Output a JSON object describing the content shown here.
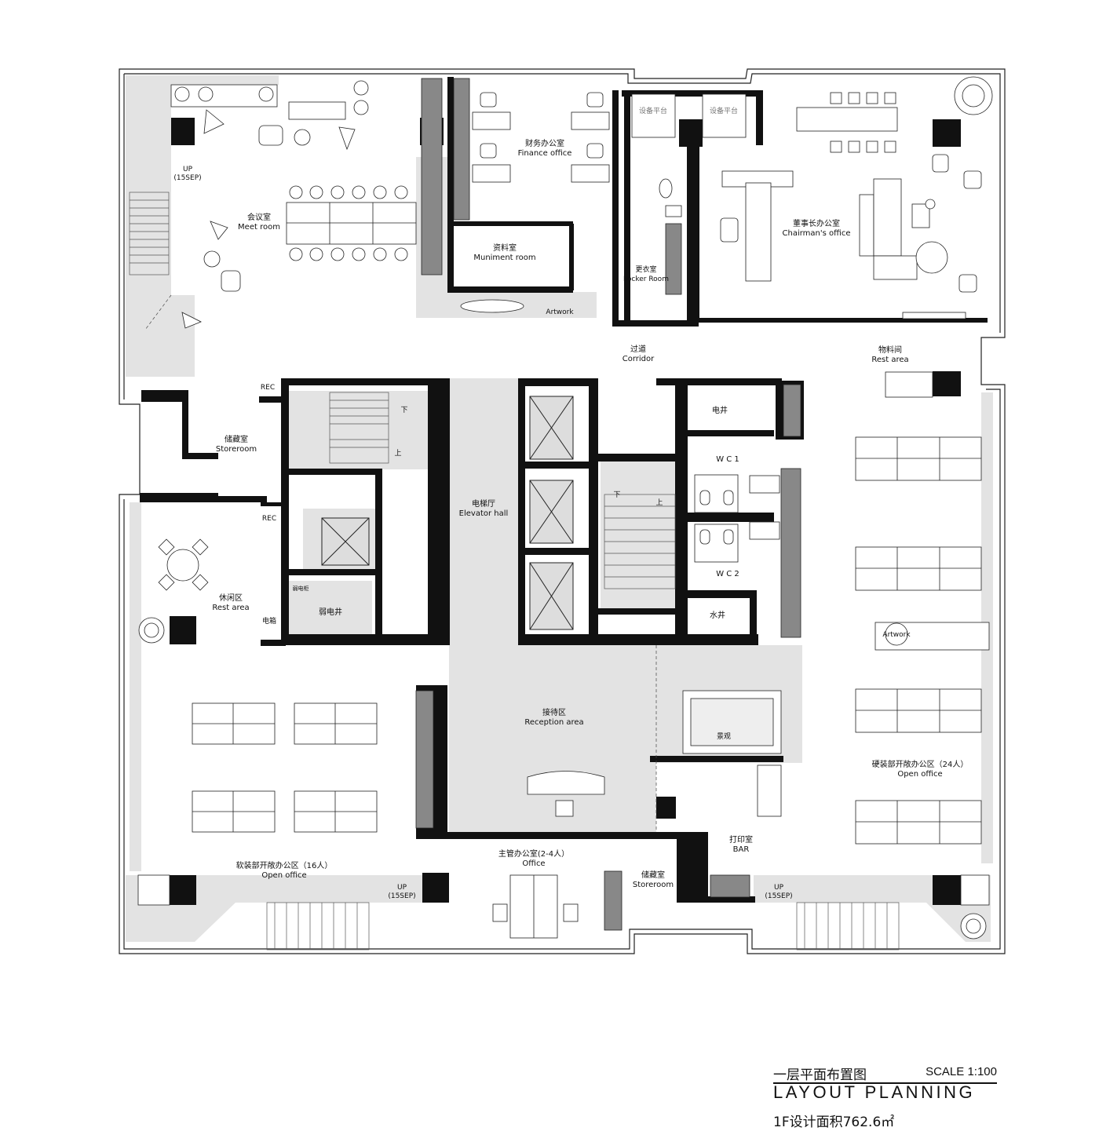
{
  "rooms": {
    "meet_room": {
      "cn": "会议室",
      "en": "Meet room"
    },
    "finance_office": {
      "cn": "财务办公室",
      "en": "Finance office"
    },
    "muniment_room": {
      "cn": "资料室",
      "en": "Muniment room"
    },
    "locker_room": {
      "cn": "更衣室",
      "en": "Locker Room"
    },
    "chairman_office": {
      "cn": "董事长办公室",
      "en": "Chairman's office"
    },
    "corridor": {
      "cn": "过道",
      "en": "Corridor"
    },
    "rest_area_right": {
      "cn": "物料间",
      "en": "Rest area"
    },
    "storeroom_left": {
      "cn": "储藏室",
      "en": "Storeroom"
    },
    "elevator_hall": {
      "cn": "电梯厅",
      "en": "Elevator hall"
    },
    "electric_well": {
      "cn": "电井"
    },
    "wc1": {
      "cn": "W C 1"
    },
    "wc2": {
      "cn": "W C 2"
    },
    "water_well": {
      "cn": "水井"
    },
    "weak_electric_well": {
      "cn": "弱电井"
    },
    "weak_electric_cabinet": {
      "cn": "弱电柜"
    },
    "rest_area_left": {
      "cn": "休闲区",
      "en": "Rest area"
    },
    "reception_area": {
      "cn": "接待区",
      "en": "Reception area"
    },
    "open_office_left": {
      "cn": "软装部开敞办公区（16人）",
      "en": "Open office"
    },
    "open_office_right": {
      "cn": "硬装部开敞办公区（24人）",
      "en": "Open office"
    },
    "manager_office": {
      "cn": "主管办公室(2-4人）",
      "en": "Office"
    },
    "storeroom_bottom": {
      "cn": "储藏室",
      "en": "Storeroom"
    },
    "print_room": {
      "cn": "打印室",
      "en": "BAR"
    }
  },
  "tags": {
    "artwork_top": "Artwork",
    "artwork_right": "Artwork",
    "rec_1": "REC",
    "rec_2": "REC",
    "down_1": "下",
    "up_1": "上",
    "down_2": "下",
    "up_2": "上",
    "landscape": "景观",
    "equipment_1": "设备平台",
    "equipment_2": "设备平台",
    "stair_up": "UP",
    "stair_sep": "(15SEP)",
    "electric_box": "电箱"
  },
  "title_block": {
    "title_cn": "一层平面布置图",
    "scale": "SCALE  1:100",
    "title_en": "LAYOUT  PLANNING",
    "area": "1F设计面积762.6㎡"
  }
}
